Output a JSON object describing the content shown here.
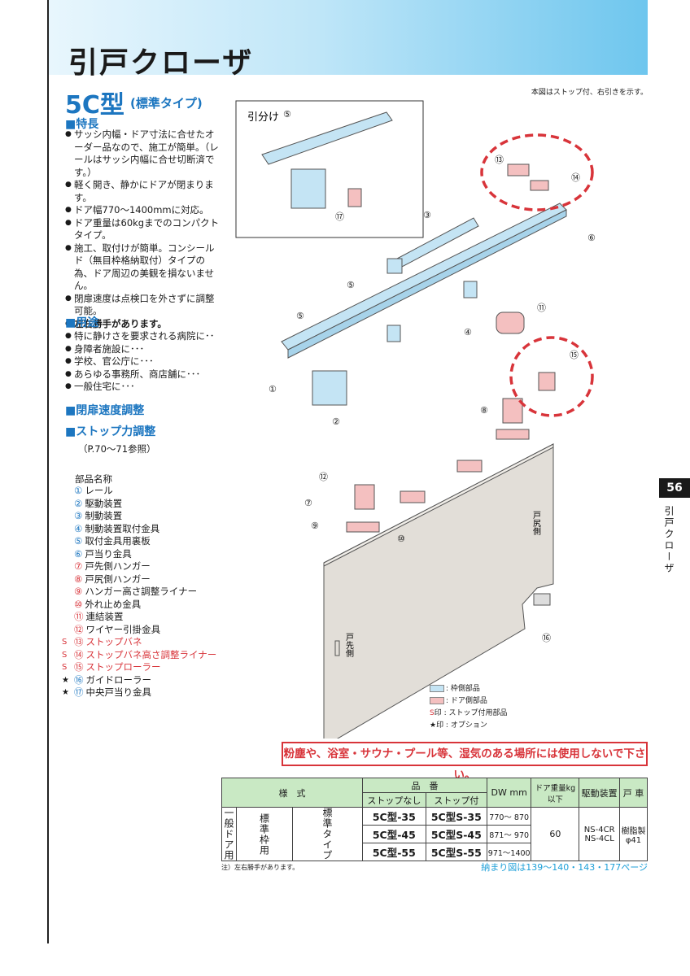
{
  "header": {
    "title": "引戸クローザ"
  },
  "model": {
    "title": "5C型",
    "subtitle": "(標準タイプ)"
  },
  "note_top": "本図はストップ付、右引きを示す。",
  "features": {
    "heading": "■特長",
    "items": [
      "サッシ内幅・ドア寸法に合せたオーダー品なので、施工が簡単。（レールはサッシ内幅に合せ切断済です。）",
      "軽く開き、静かにドアが閉まります。",
      "ドア幅770〜1400mmに対応。",
      "ドア重量は60kgまでのコンパクトタイプ。",
      "施工、取付けが簡単。コンシールド（無目枠格納取付）タイプの為、ドア周辺の美観を損ないません。",
      "閉扉速度は点検口を外さずに調整可能。",
      "左右勝手があります。"
    ]
  },
  "uses": {
    "heading": "■用途",
    "items": [
      "特に静けさを要求される病院に･･",
      "身障者施設に･･･",
      "学校、官公庁に･･･",
      "あらゆる事務所、商店舗に･･･",
      "一般住宅に･･･"
    ]
  },
  "closing_speed": "■閉扉速度調整",
  "stop_force": "■ストップ力調整",
  "reference": "（P.70〜71参照）",
  "parts": {
    "title": "部品名称",
    "items": [
      {
        "mark": "",
        "num": "①",
        "label": "レール",
        "color": "frame"
      },
      {
        "mark": "",
        "num": "②",
        "label": "駆動装置",
        "color": "frame"
      },
      {
        "mark": "",
        "num": "③",
        "label": "制動装置",
        "color": "frame"
      },
      {
        "mark": "",
        "num": "④",
        "label": "制動装置取付金具",
        "color": "frame"
      },
      {
        "mark": "",
        "num": "⑤",
        "label": "取付金具用裏板",
        "color": "frame"
      },
      {
        "mark": "",
        "num": "⑥",
        "label": "戸当り金具",
        "color": "frame"
      },
      {
        "mark": "",
        "num": "⑦",
        "label": "戸先側ハンガー",
        "color": "door"
      },
      {
        "mark": "",
        "num": "⑧",
        "label": "戸尻側ハンガー",
        "color": "door"
      },
      {
        "mark": "",
        "num": "⑨",
        "label": "ハンガー高さ調整ライナー",
        "color": "door"
      },
      {
        "mark": "",
        "num": "⑩",
        "label": "外れ止め金具",
        "color": "door"
      },
      {
        "mark": "",
        "num": "⑪",
        "label": "連結装置",
        "color": "door"
      },
      {
        "mark": "",
        "num": "⑫",
        "label": "ワイヤー引掛金具",
        "color": "door"
      },
      {
        "mark": "S",
        "num": "⑬",
        "label": "ストップバネ",
        "color": "stop"
      },
      {
        "mark": "S",
        "num": "⑭",
        "label": "ストップバネ高さ調整ライナー",
        "color": "stop"
      },
      {
        "mark": "S",
        "num": "⑮",
        "label": "ストップローラー",
        "color": "stop"
      },
      {
        "mark": "★",
        "num": "⑯",
        "label": "ガイドローラー",
        "color": "option"
      },
      {
        "mark": "★",
        "num": "⑰",
        "label": "中央戸当り金具",
        "color": "option"
      }
    ]
  },
  "page_tab": "56",
  "side_label": "引戸クローザ",
  "diagram": {
    "inset_label": "引分け",
    "door_end_label": "戸尻側",
    "door_front_label": "戸先側",
    "callouts": [
      "①",
      "②",
      "③",
      "④",
      "⑤",
      "⑤",
      "⑤",
      "⑥",
      "⑦",
      "⑧",
      "⑨",
      "⑩",
      "⑪",
      "⑫",
      "⑬",
      "⑭",
      "⑮",
      "⑯",
      "⑰"
    ]
  },
  "legend": {
    "frame": ": 枠側部品",
    "door": ": ドア側部品",
    "stop": "印 : ストップ付用部品",
    "option": "★印 : オプション"
  },
  "colors": {
    "frame": "#c4e4f4",
    "door": "#f4c0c0",
    "stop": "#d8343a",
    "accent": "#1c76c0",
    "table_header": "#c9e9c4"
  },
  "warning": "粉塵や、浴室・サウナ・プール等、湿気のある場所には使用しないで下さい。",
  "table": {
    "h_style": "様　式",
    "h_part": "品　番",
    "h_no_stop": "ストップなし",
    "h_stop": "ストップ付",
    "h_dw": "DW mm",
    "h_weight": "ドア重量kg 以下",
    "h_drive": "駆動装置",
    "h_wheel": "戸 車",
    "v1": "一般ドア用",
    "v2": "標準枠用",
    "v3": "標準タイプ",
    "rows": [
      {
        "no_stop": "5C型-35",
        "stop": "5C型S-35",
        "dw": "770〜 870"
      },
      {
        "no_stop": "5C型-45",
        "stop": "5C型S-45",
        "dw": "871〜 970"
      },
      {
        "no_stop": "5C型-55",
        "stop": "5C型S-55",
        "dw": "971〜1400"
      }
    ],
    "weight": "60",
    "drive": "NS-4CR NS-4CL",
    "wheel": "樹脂製 φ41"
  },
  "table_note": "注）左右勝手があります。",
  "table_ref": "納まり図は139〜140・143・177ページ"
}
